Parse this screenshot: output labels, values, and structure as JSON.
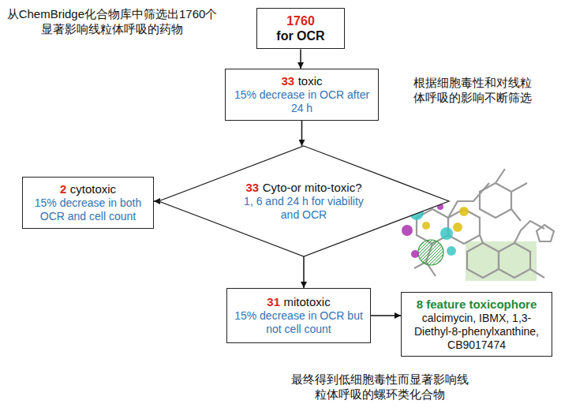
{
  "diagram": {
    "nodes": [
      {
        "text": [
          "1760",
          "for OCR"
        ]
      },
      {
        "text": [
          "33",
          "toxic",
          "15% decrease in OCR after 24 h"
        ]
      },
      {
        "text": [
          "33",
          "Cyto-or mito-toxic?",
          "1, 6 and 24 h for viability and OCR"
        ]
      },
      {
        "text": [
          "2",
          "cytotoxic",
          "15% decrease in both OCR and cell count"
        ]
      },
      {
        "text": [
          "31",
          "mitotoxic",
          "15% decrease in OCR but not cell count"
        ]
      },
      {
        "text": [
          "8 feature toxicophore",
          "calcimycin, IBMX, 1,3-Diethyl-8-phenylxanthine, CB9017474"
        ]
      }
    ],
    "edges": [
      {
        "from": 0,
        "to": 1,
        "arrow": "to"
      },
      {
        "from": 1,
        "to": 2,
        "arrow": "to"
      },
      {
        "from": 2,
        "to": 3,
        "arrow": "to"
      },
      {
        "from": 2,
        "to": 4,
        "arrow": "to"
      },
      {
        "from": 4,
        "to": 5,
        "arrow": "to"
      }
    ],
    "labels": [
      "从ChemBridge化合物库中筛选出1760个显著影响线粒体呼吸的药物",
      "根据细胞毒性和对线粒体呼吸的影响不断筛选",
      "最终得到低细胞毒性而显著影响线粒体呼吸的螺环类化合物"
    ]
  }
}
